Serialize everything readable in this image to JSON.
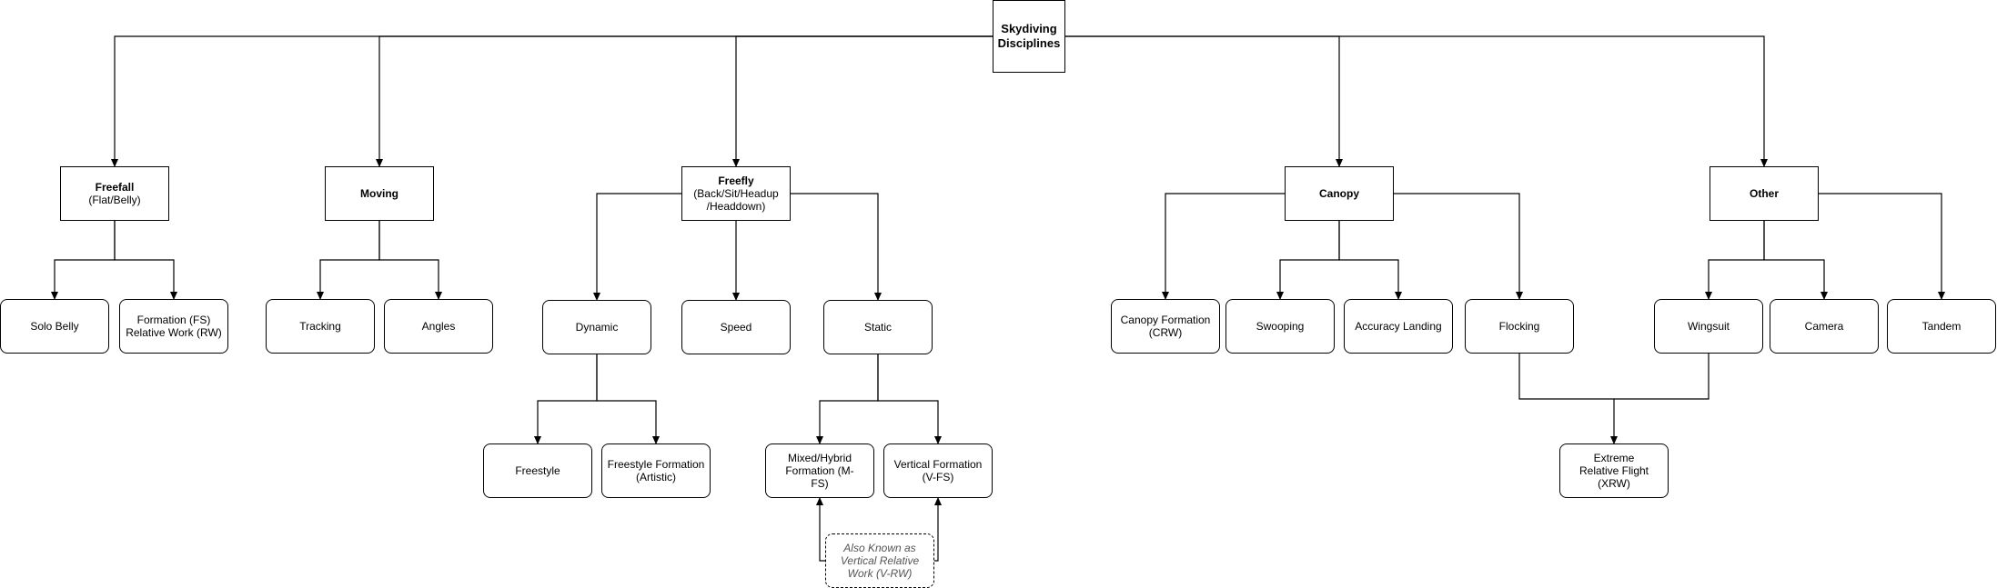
{
  "diagram": {
    "root": {
      "title": "Skydiving Disciplines"
    },
    "categories": {
      "freefall": {
        "title": "Freefall",
        "subtitle": "(Flat/Belly)"
      },
      "moving": {
        "title": "Moving"
      },
      "freefly": {
        "title": "Freefly",
        "subtitle": "(Back/Sit/Headup /Headdown)"
      },
      "canopy": {
        "title": "Canopy"
      },
      "other": {
        "title": "Other"
      }
    },
    "leaves": {
      "solo_belly": "Solo Belly",
      "formation_fs": "Formation (FS) Relative Work (RW)",
      "tracking": "Tracking",
      "angles": "Angles",
      "dynamic": "Dynamic",
      "speed": "Speed",
      "static": "Static",
      "freestyle": "Freestyle",
      "freestyle_formation": "Freestyle Formation (Artistic)",
      "mixed_hybrid": "Mixed/Hybrid Formation (M-FS)",
      "vertical_formation": "Vertical Formation (V-FS)",
      "canopy_formation": "Canopy Formation (CRW)",
      "swooping": "Swooping",
      "accuracy_landing": "Accuracy Landing",
      "flocking": "Flocking",
      "wingsuit": "Wingsuit",
      "camera": "Camera",
      "tandem": "Tandem",
      "xrw": "Extreme Relative Flight (XRW)"
    },
    "note": "Also Known as Vertical Relative Work (V-RW)"
  }
}
